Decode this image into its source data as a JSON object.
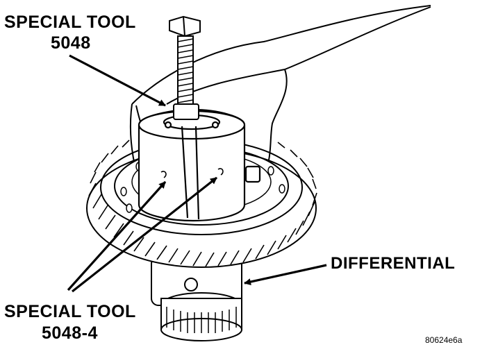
{
  "labels": {
    "tool_top_name": "SPECIAL TOOL",
    "tool_top_number": "5048",
    "differential": "DIFFERENTIAL",
    "tool_bottom_name": "SPECIAL TOOL",
    "tool_bottom_number": "5048-4",
    "figure_code": "80624e6a"
  },
  "colors": {
    "ink": "#000000",
    "background": "#ffffff"
  }
}
